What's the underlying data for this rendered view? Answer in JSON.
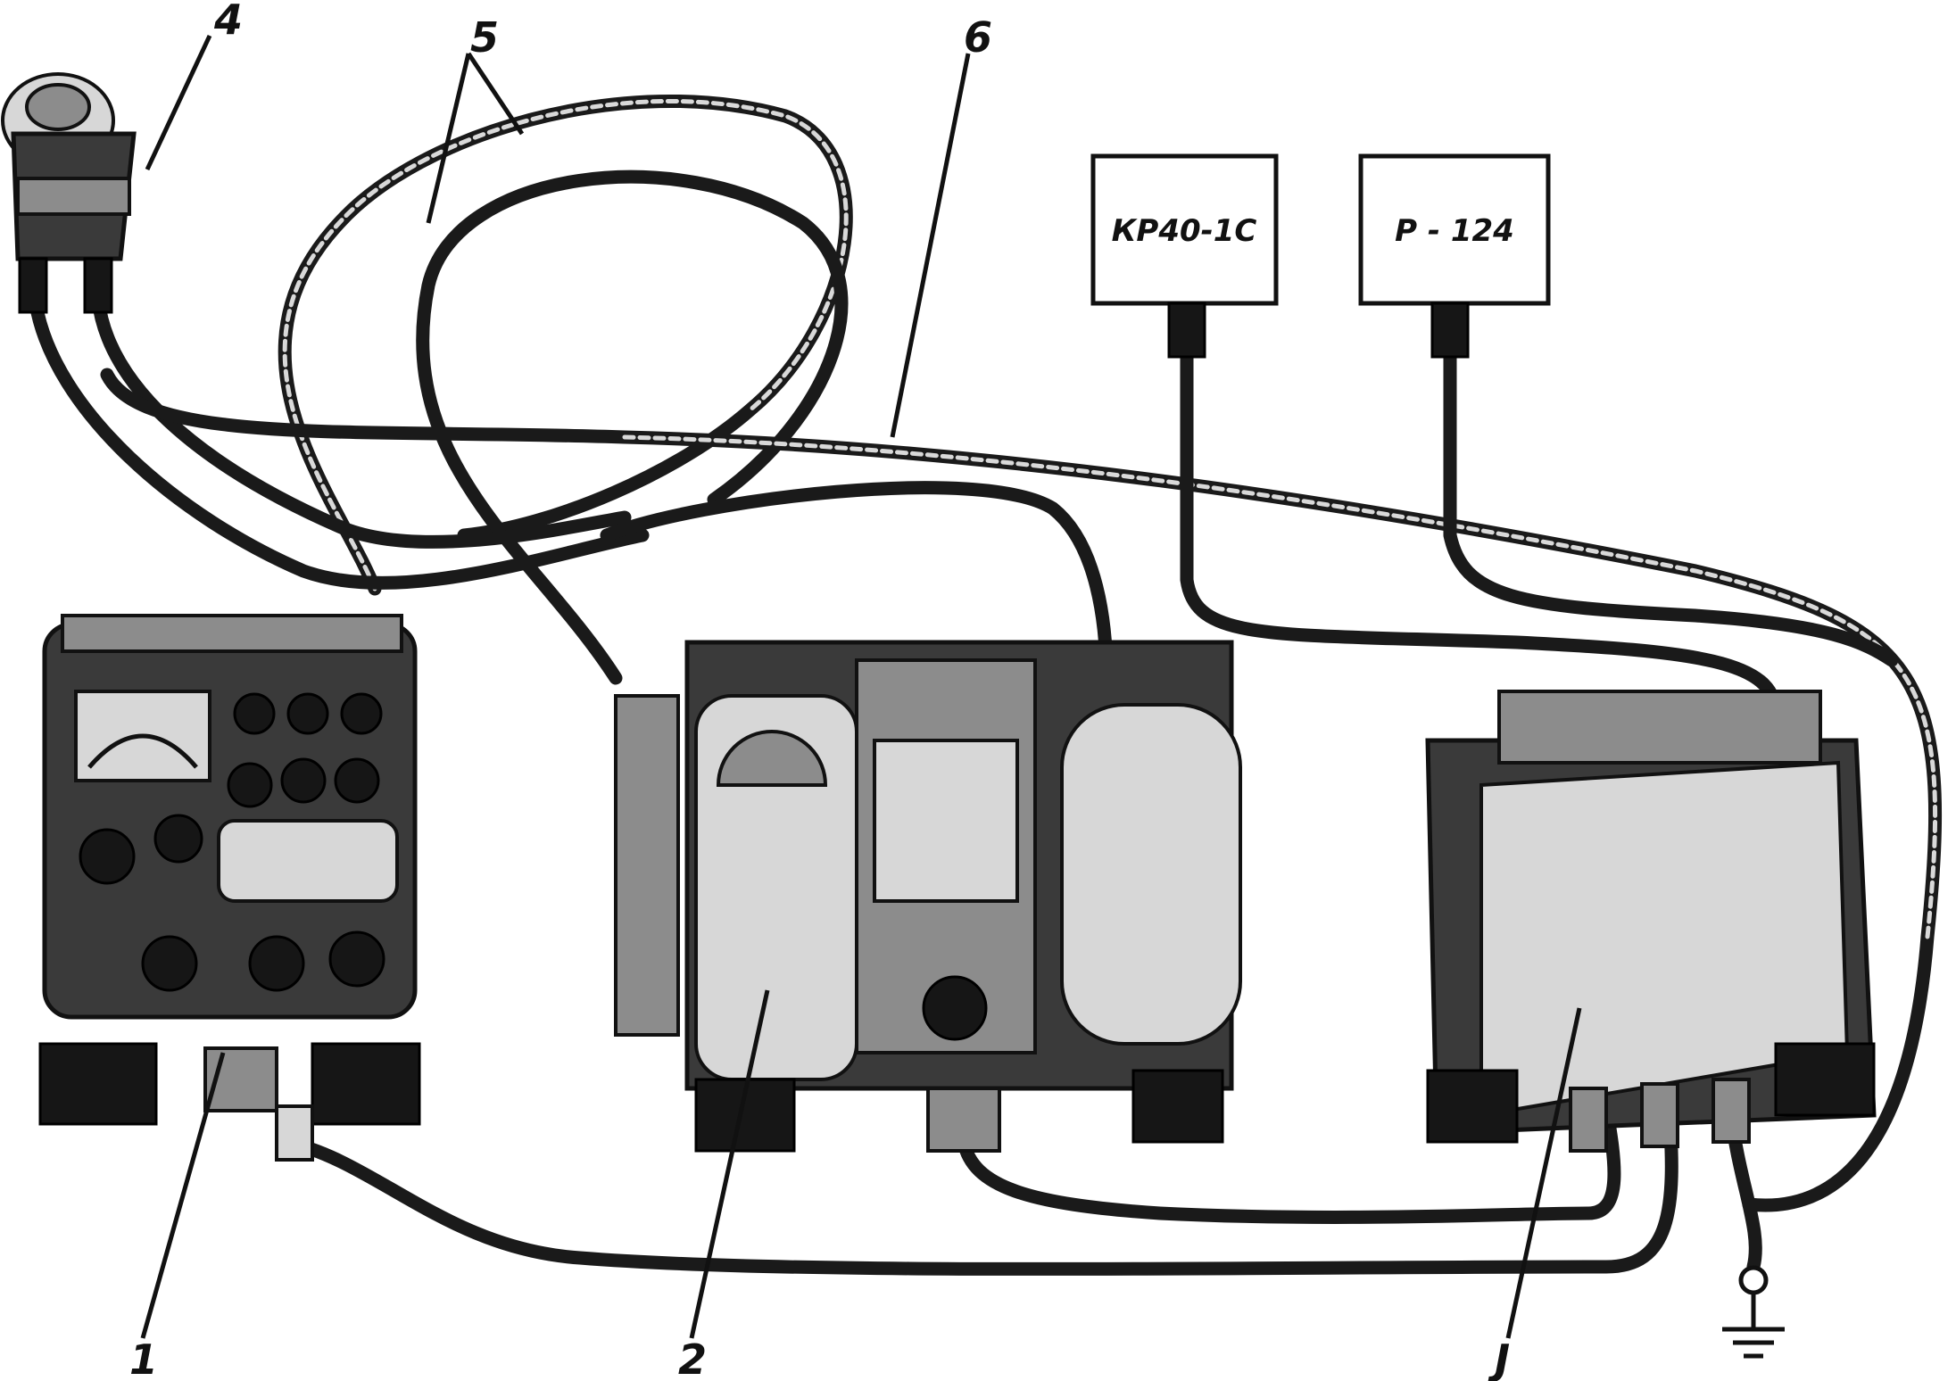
{
  "callouts": {
    "c1": "1",
    "c2": "2",
    "c3": "J",
    "c4": "4",
    "c5": "5",
    "c6": "6"
  },
  "boxes": {
    "kr": "КР40-1С",
    "r124": "Р - 124"
  },
  "colors": {
    "ink": "#111111",
    "body": "#3a3a3a",
    "panel": "#8c8c8c",
    "paper": "#ffffff"
  }
}
